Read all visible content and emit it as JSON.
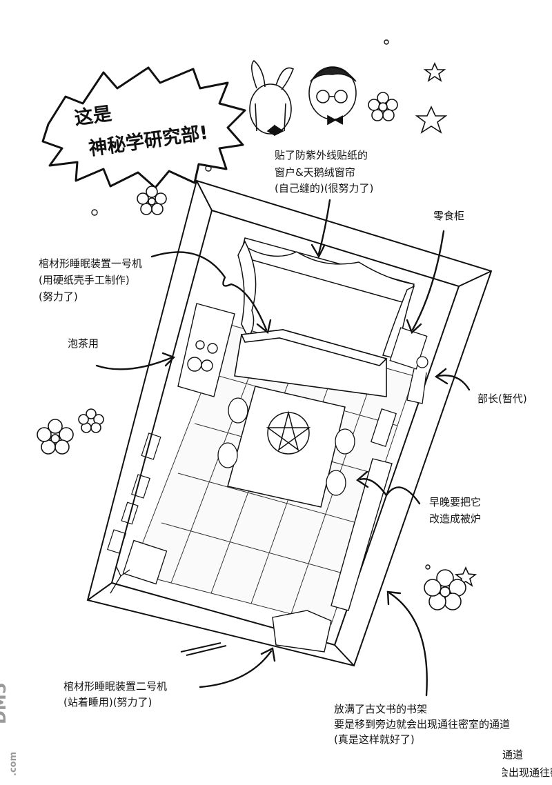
{
  "title_burst": {
    "line1": "这是",
    "line2": "神秘学研究部!"
  },
  "annotations": {
    "window": [
      "贴了防紫外线贴纸的",
      "窗户&天鹅绒窗帘",
      "(自己缝的)(很努力了)"
    ],
    "snack_cabinet": [
      "零食柜"
    ],
    "coffin_one": [
      "棺材形睡眠装置一号机",
      "(用硬纸壳手工制作)",
      "(努力了)"
    ],
    "tea": [
      "泡茶用"
    ],
    "president": [
      "部长(暂代)"
    ],
    "kotatsu": [
      "早晚要把它",
      "改造成被炉"
    ],
    "coffin_two": [
      "棺材形睡眠装置二号机",
      "(站着睡用)(努力了)"
    ],
    "bookshelf": [
      "放满了古文书的书架",
      "要是移到旁边就会出现通往密室的通道",
      "(真是这样就好了)"
    ]
  },
  "cutoff_text": [
    "通道",
    "会出现通往密"
  ],
  "watermark": {
    "logo": "DM5",
    "domain": ".com"
  }
}
